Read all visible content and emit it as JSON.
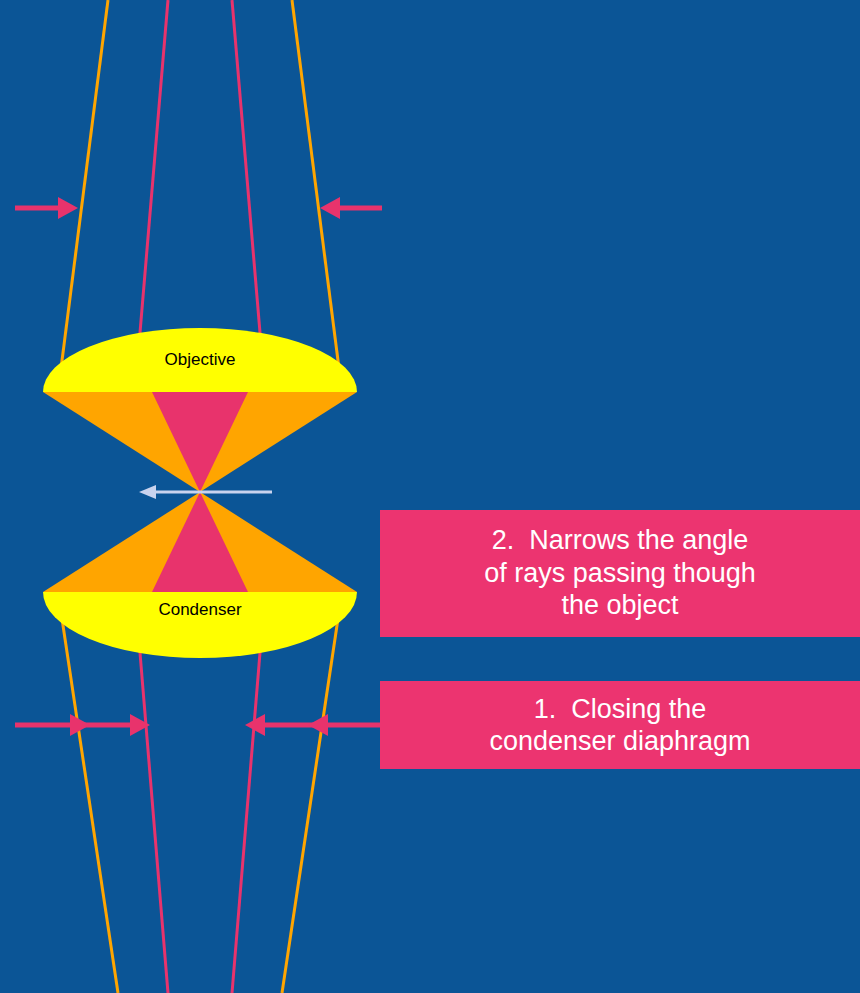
{
  "diagram": {
    "nodes": [
      {
        "text": [
          "Objective"
        ]
      },
      {
        "text": [
          "Condenser"
        ]
      },
      {
        "text": [
          "2.  Narrows the angle of rays passing though the object"
        ]
      },
      {
        "text": [
          "1.  Closing the condenser diaphragm"
        ]
      }
    ]
  }
}
